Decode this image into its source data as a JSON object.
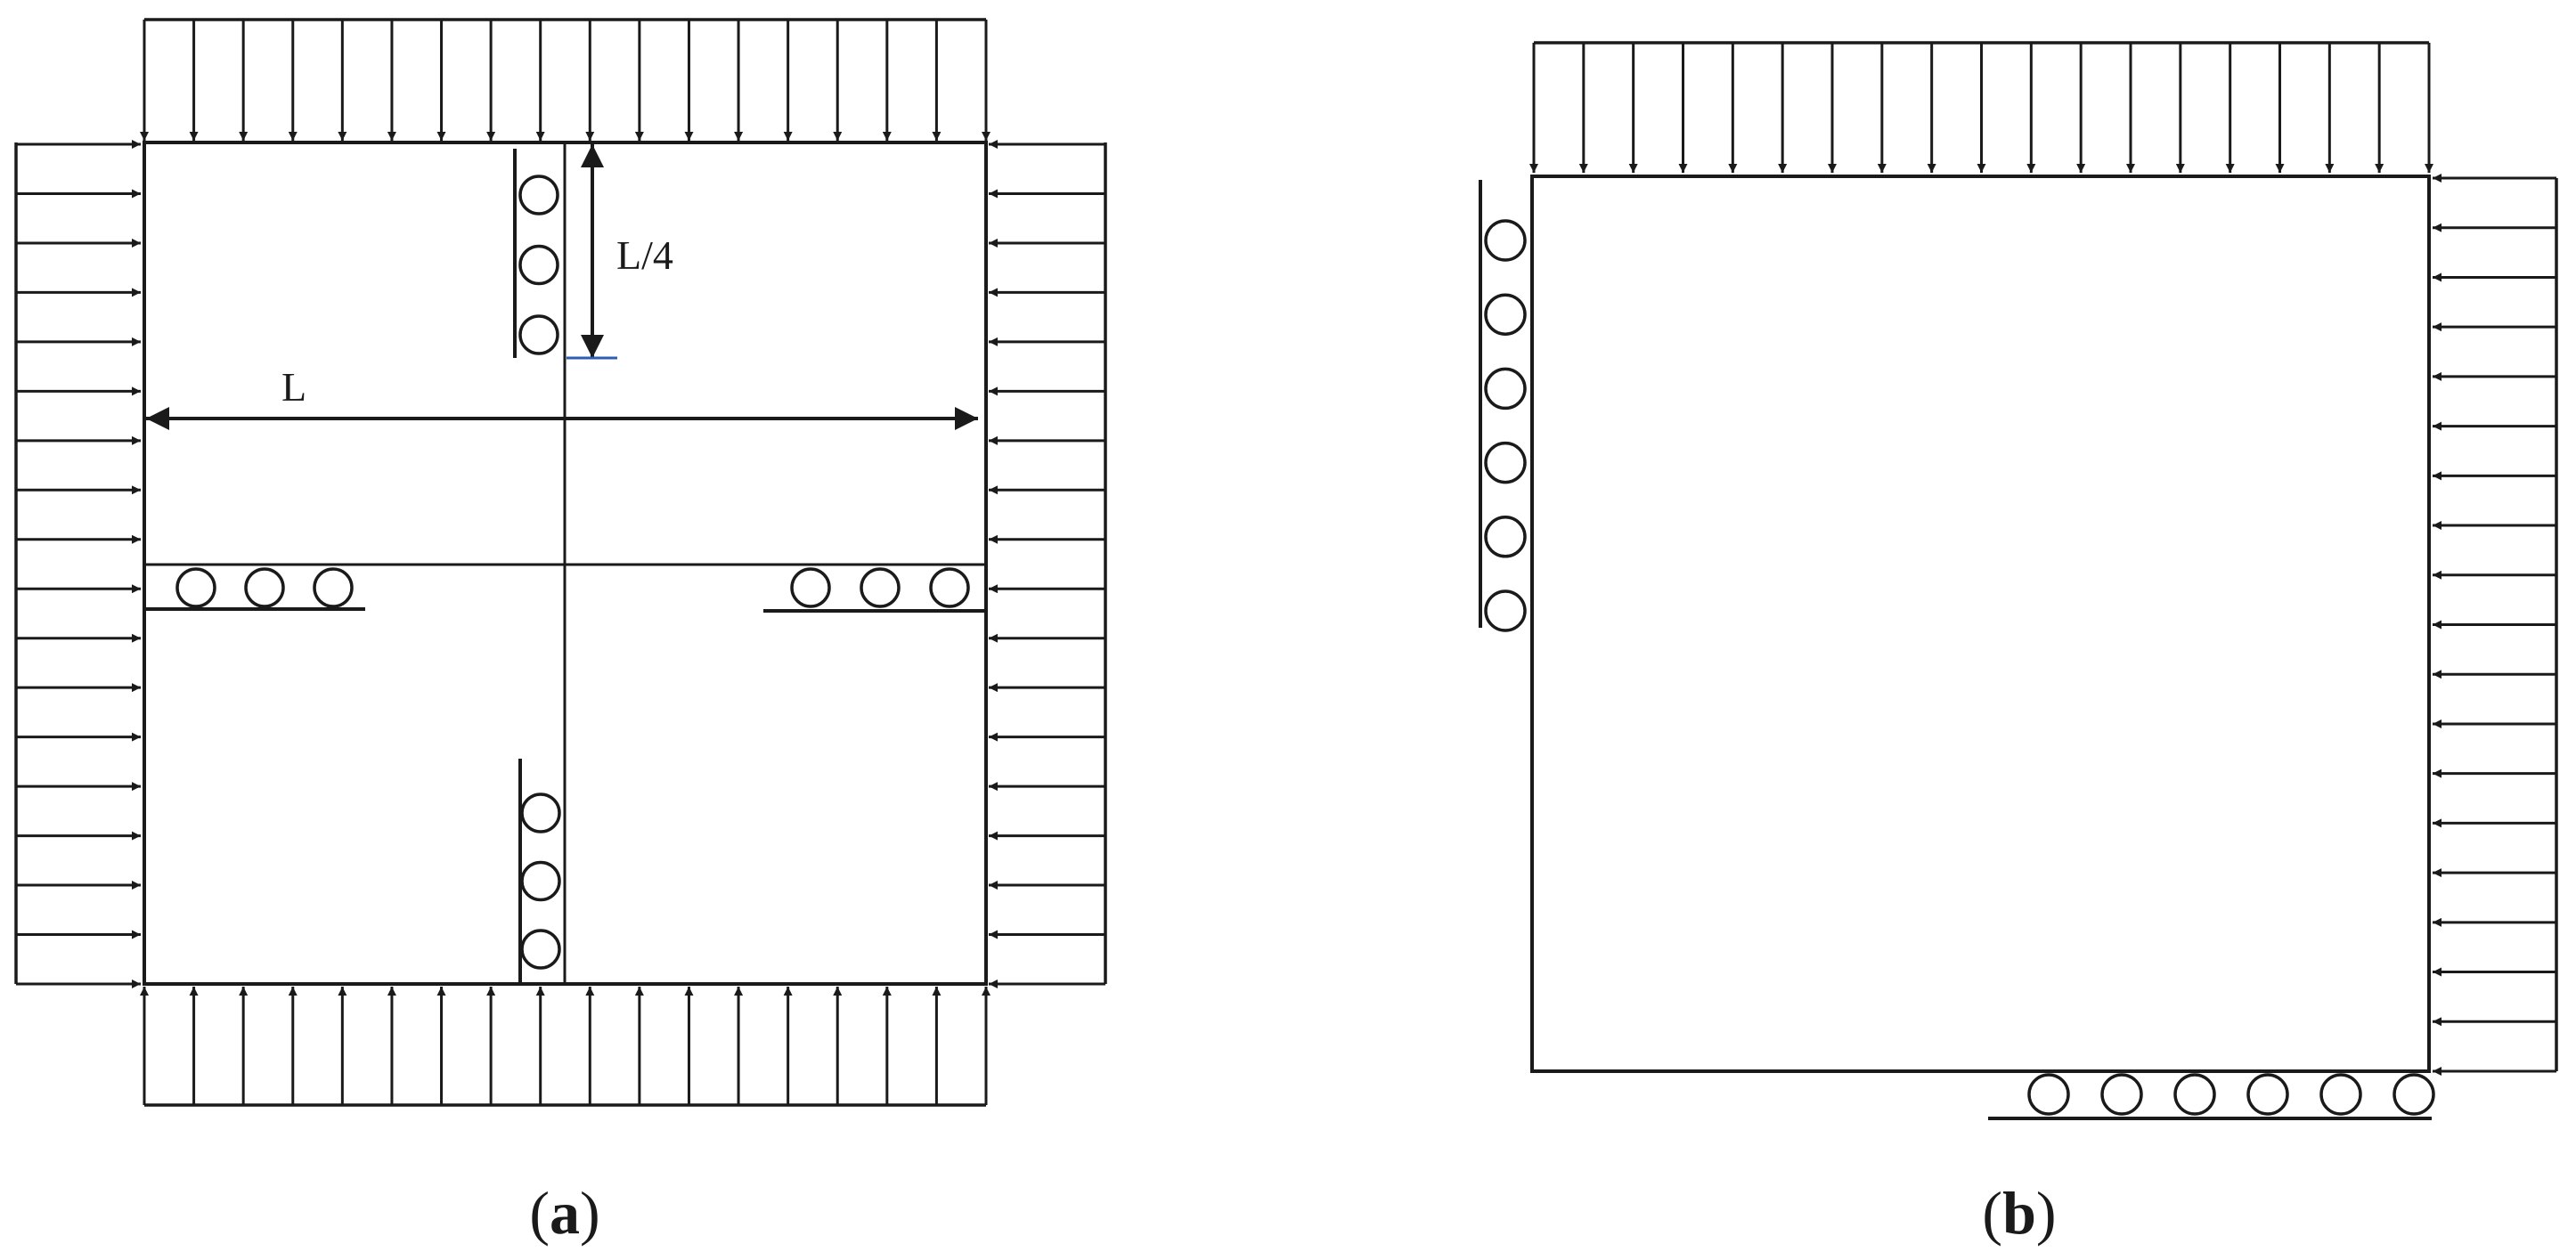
{
  "panel_a": {
    "caption_letter": "a",
    "dimension_length_label": "L",
    "dimension_quarter_label": "L/4",
    "roller_count_per_support": 3
  },
  "panel_b": {
    "caption_letter": "b",
    "roller_count_per_support": 6
  },
  "colors": {
    "line": "#1a1a1a",
    "accent_tick": "#2f5fb0",
    "background": "#ffffff"
  }
}
